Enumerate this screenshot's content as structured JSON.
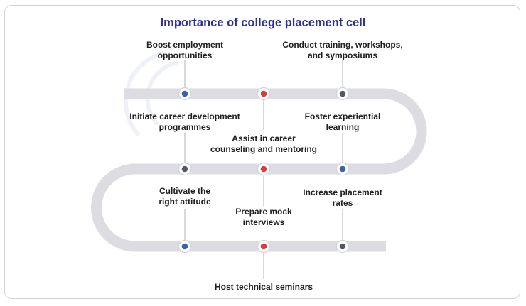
{
  "title": "Importance of college placement cell",
  "colors": {
    "track": "#dcdce2",
    "title": "#2e3192",
    "blue": "#3d5fb0",
    "red": "#e0383b",
    "dark": "#55566a",
    "connector": "#c9ced6"
  },
  "nodes": [
    {
      "text": [
        "Boost employment",
        "opportunities"
      ],
      "color": "blue"
    },
    {
      "text": [
        "Assist in career",
        "counseling and mentoring"
      ],
      "color": "red"
    },
    {
      "text": [
        "Conduct training, workshops,",
        "and symposiums"
      ],
      "color": "dark"
    },
    {
      "text": [
        "Initiate career development",
        "programmes"
      ],
      "color": "dark"
    },
    {
      "text": [
        "Prepare mock",
        "interviews"
      ],
      "color": "red"
    },
    {
      "text": [
        "Foster experiential",
        "learning"
      ],
      "color": "blue"
    },
    {
      "text": [
        "Cultivate the",
        "right attitude"
      ],
      "color": "blue"
    },
    {
      "text": [
        "Host technical seminars"
      ],
      "color": "red"
    },
    {
      "text": [
        "Increase placement",
        "rates"
      ],
      "color": "dark"
    }
  ]
}
